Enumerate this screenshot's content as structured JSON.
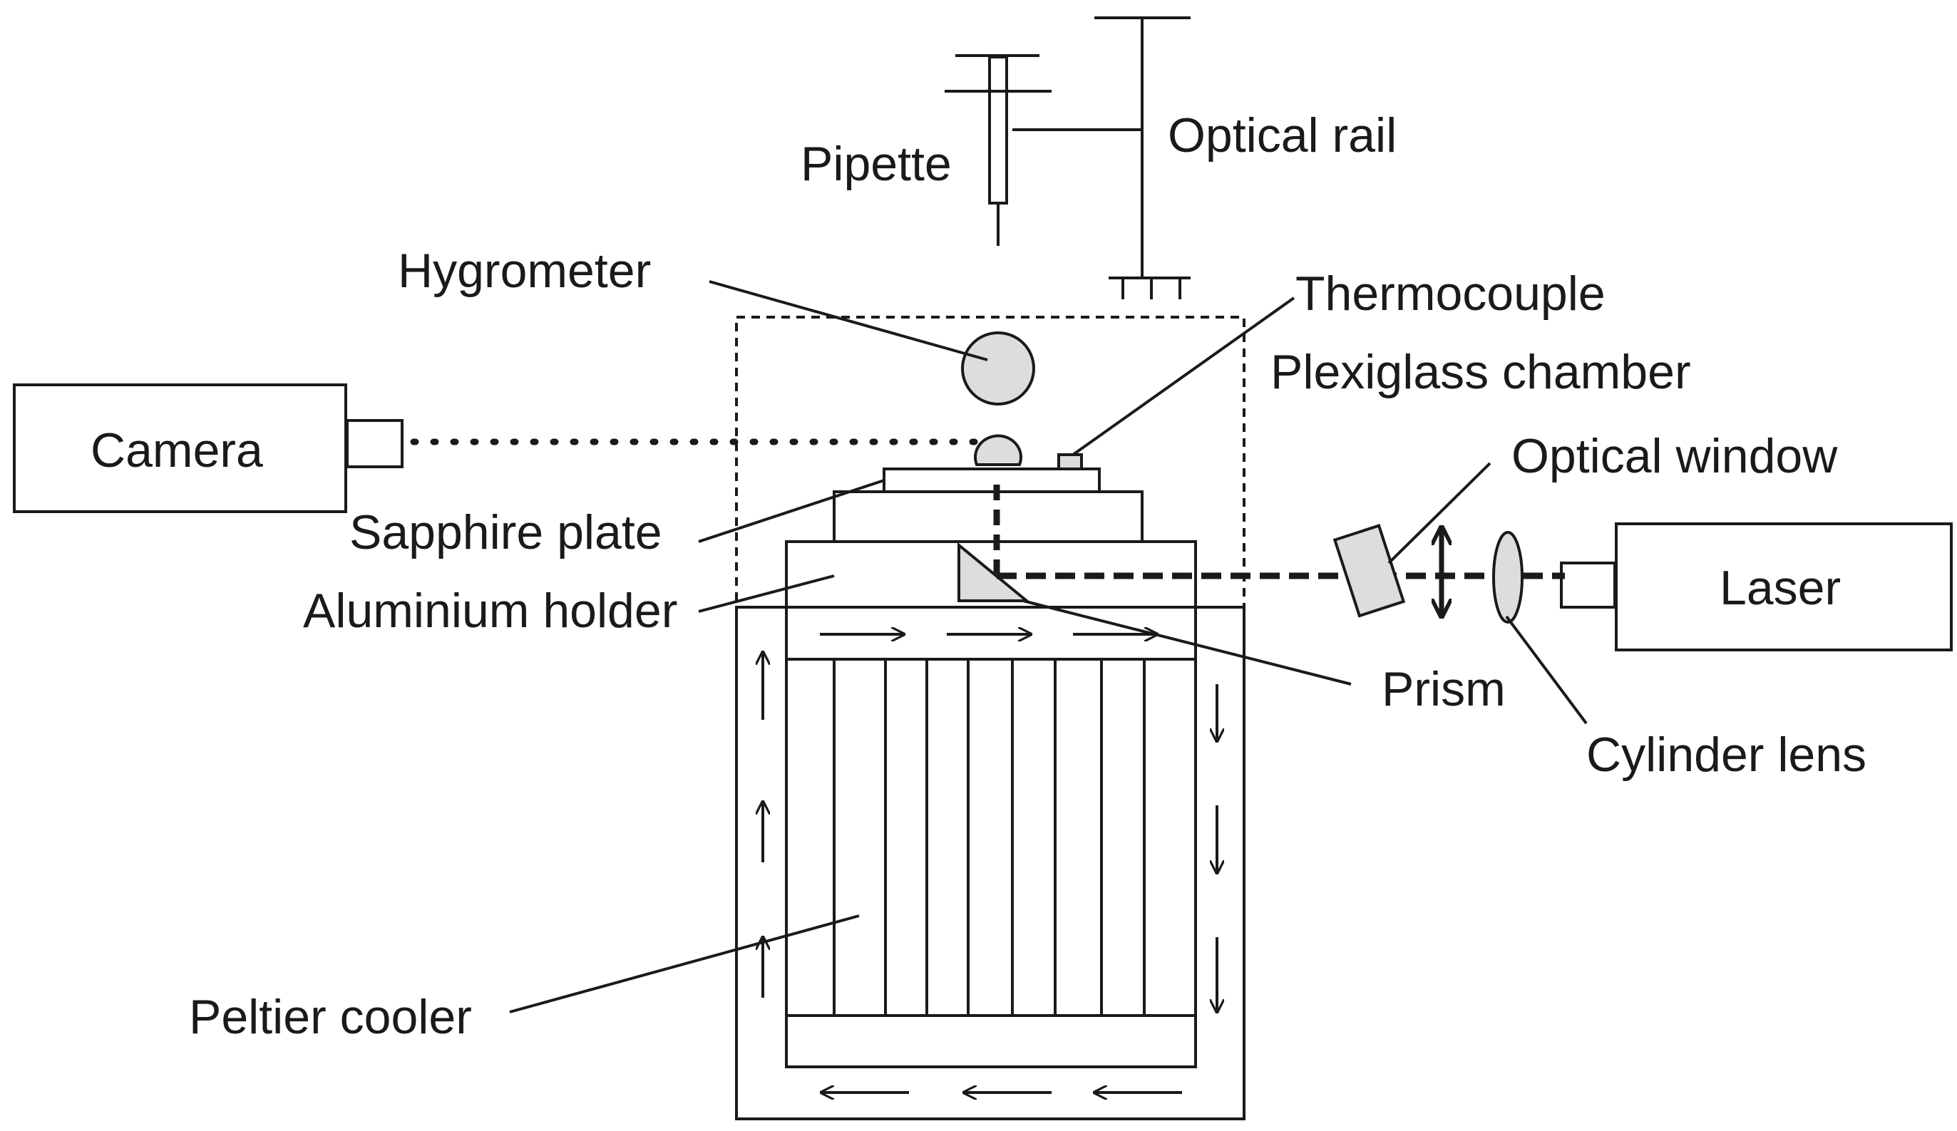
{
  "labels": {
    "pipette": "Pipette",
    "optical_rail": "Optical rail",
    "hygrometer": "Hygrometer",
    "thermocouple": "Thermocouple",
    "plexiglass_chamber": "Plexiglass chamber",
    "camera": "Camera",
    "optical_window": "Optical window",
    "sapphire_plate": "Sapphire plate",
    "laser": "Laser",
    "aluminium_holder": "Aluminium holder",
    "prism": "Prism",
    "cylinder_lens": "Cylinder lens",
    "peltier_cooler": "Peltier cooler"
  },
  "colors": {
    "line": "#1a1a1a",
    "component_fill": "#dddddd",
    "background": "#ffffff"
  },
  "icons": {
    "flow_arrow": "arrow-icon"
  }
}
